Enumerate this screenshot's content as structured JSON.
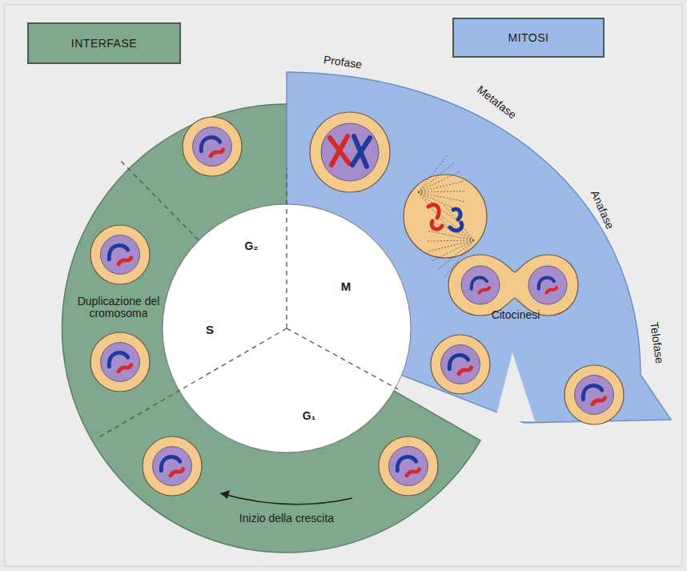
{
  "diagram": {
    "nodes": [
      {
        "text": [
          "INTERFASE"
        ]
      },
      {
        "text": [
          "MITOSI"
        ]
      }
    ],
    "labels": [
      "Profase",
      "Metafase",
      "Anafase",
      "Telofase",
      "G₂",
      "S",
      "M",
      "G₁",
      "Duplicazione del cromosoma",
      "Citocinesi",
      "Inizio della crescita"
    ]
  }
}
